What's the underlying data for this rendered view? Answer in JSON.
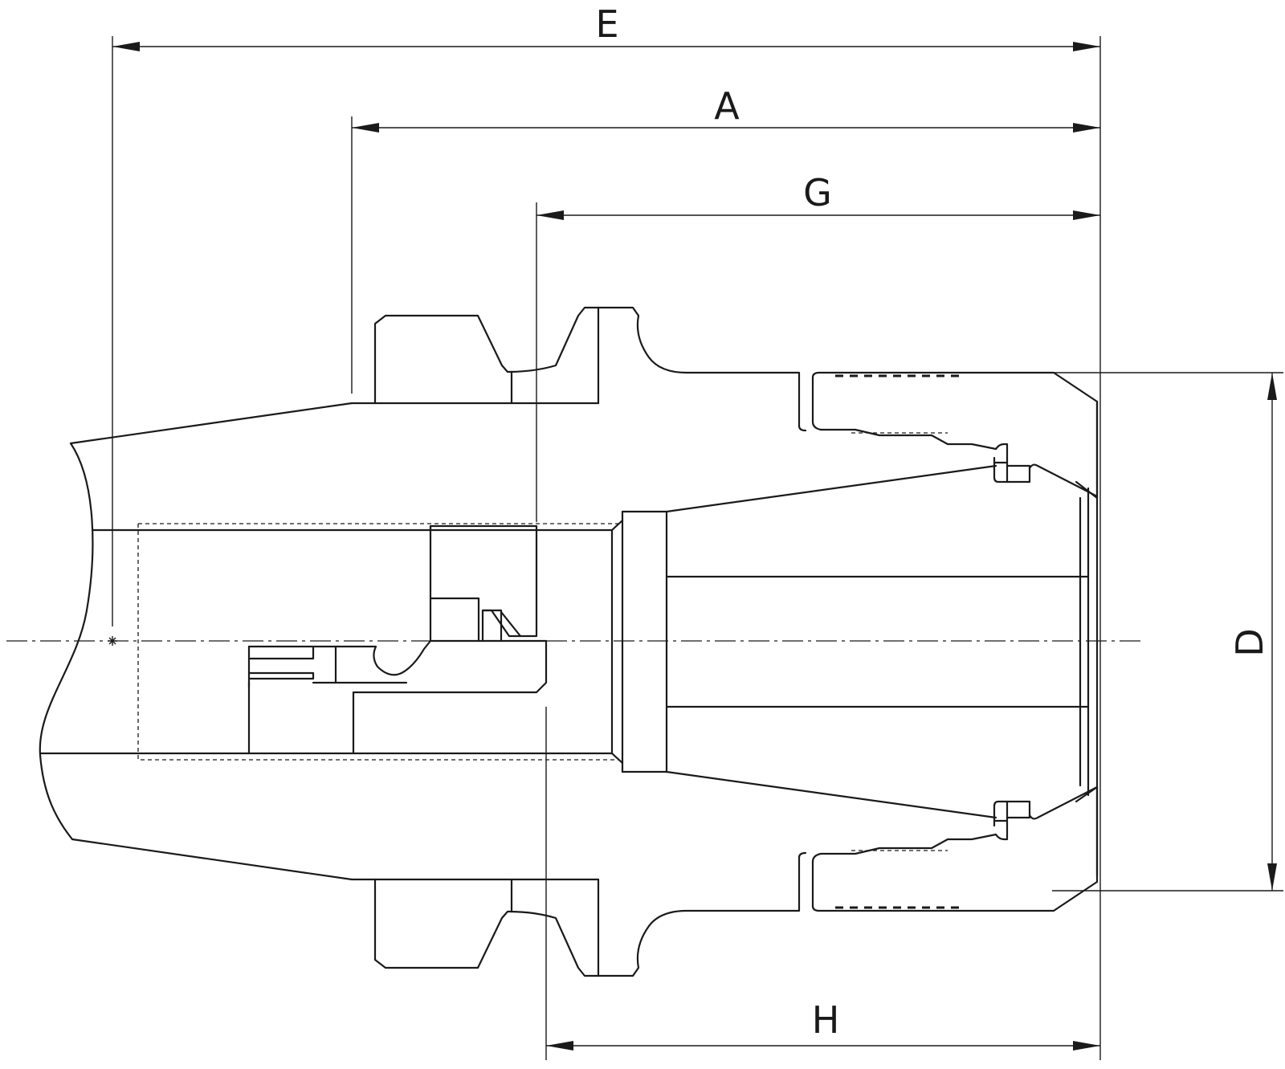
{
  "drawing": {
    "dimensions": {
      "E": "E",
      "A": "A",
      "G": "G",
      "H": "H",
      "D": "D"
    }
  }
}
